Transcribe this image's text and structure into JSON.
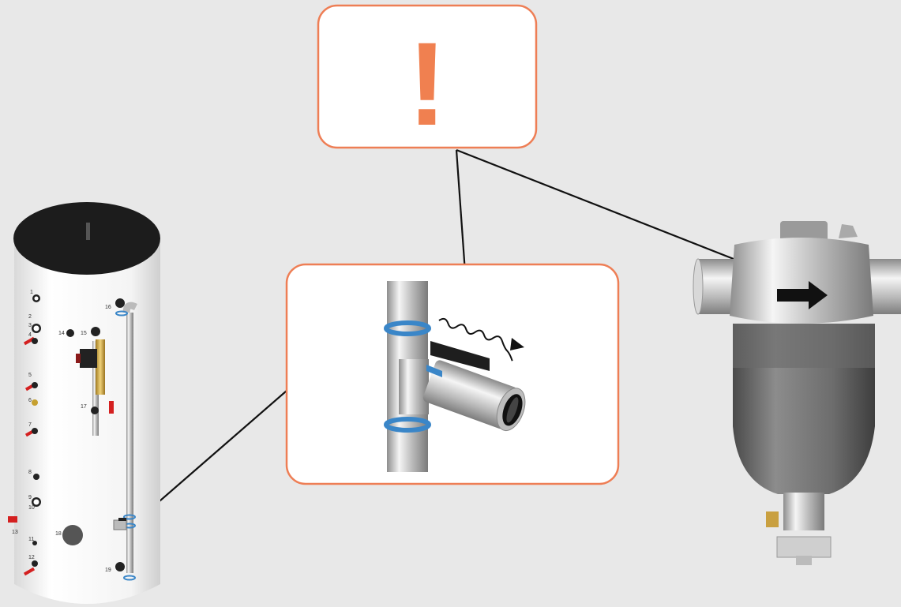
{
  "callout": {
    "symbol": "!",
    "accent_color": "#f08050"
  },
  "tank": {
    "port_labels": [
      "1",
      "2",
      "3",
      "4",
      "5",
      "6",
      "7",
      "8",
      "9",
      "10",
      "11",
      "12",
      "13",
      "14",
      "15",
      "16",
      "17",
      "18",
      "19"
    ],
    "top_color": "#1a1a1a",
    "pipe_ring_color": "#3a86c8"
  },
  "filter": {
    "arrow": "flow-direction-arrow"
  },
  "detail": {
    "flow": "wavy-flow-arrow"
  }
}
